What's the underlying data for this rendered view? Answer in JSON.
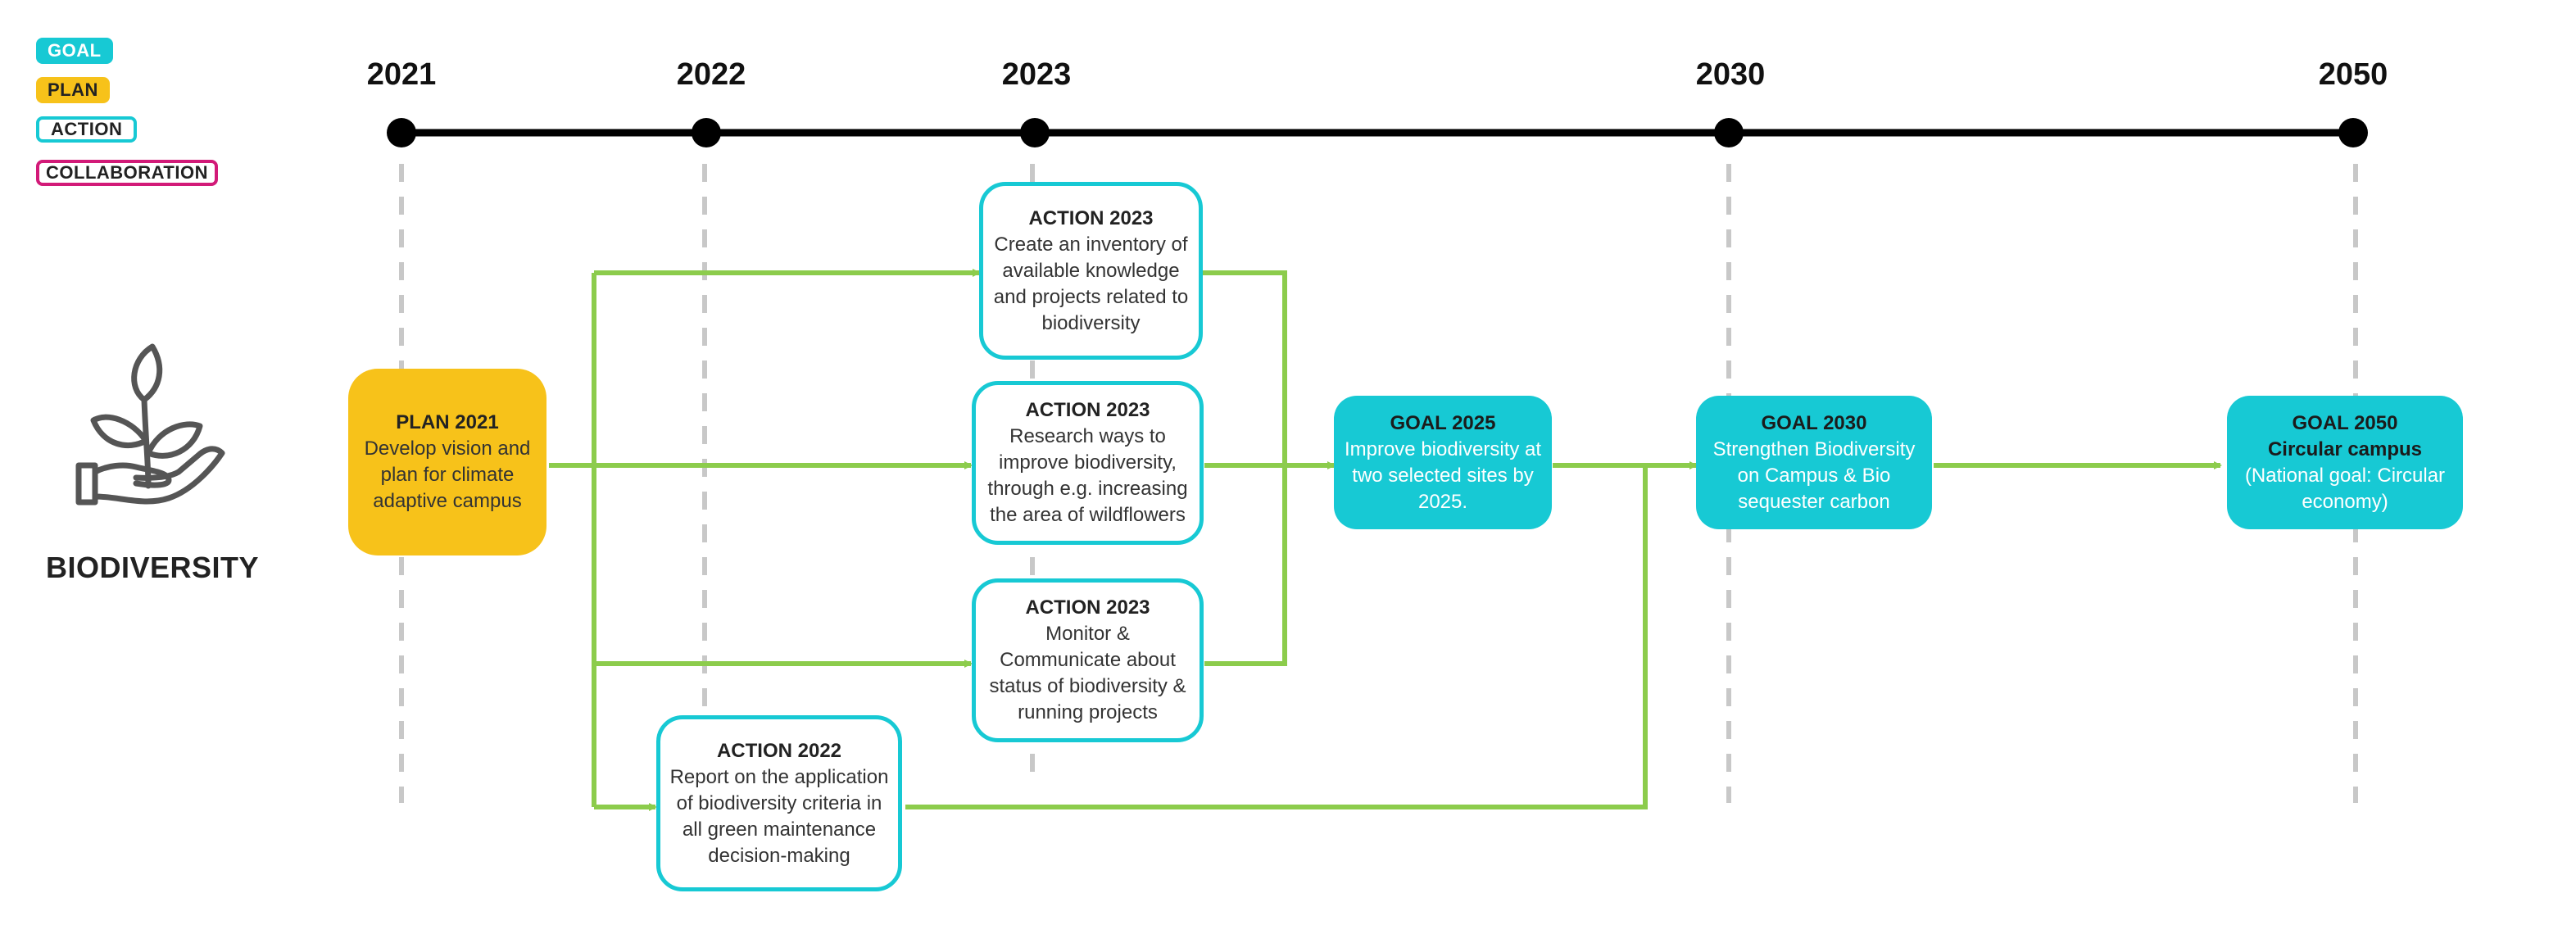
{
  "legend": {
    "goal": "GOAL",
    "plan": "PLAN",
    "action": "ACTION",
    "collaboration": "COLLABORATION"
  },
  "colors": {
    "goal": "#17c9d4",
    "plan": "#f7c21a",
    "action_border": "#17c9d4",
    "collaboration_border": "#d21a78",
    "arrow": "#8ccc4c",
    "timeline": "#000000",
    "year_guides": "#c8c8c8"
  },
  "timeline": {
    "years": [
      "2021",
      "2022",
      "2023",
      "2030",
      "2050"
    ]
  },
  "theme": {
    "title": "BIODIVERSITY",
    "icon": "plant-in-hand-icon"
  },
  "cards": {
    "plan_2021": {
      "title": "PLAN 2021",
      "body": "Develop vision and plan for climate adaptive campus"
    },
    "action_2023_inventory": {
      "title": "ACTION 2023",
      "body": "Create an inventory of available knowledge and projects related to biodiversity"
    },
    "action_2023_research": {
      "title": "ACTION 2023",
      "body": "Research ways to improve biodiversity, through e.g. increasing the area of wildflowers"
    },
    "action_2023_monitor": {
      "title": "ACTION 2023",
      "body": "Monitor & Communicate about status of biodiversity & running projects"
    },
    "action_2022": {
      "title": "ACTION 2022",
      "body": "Report on the application of biodiversity criteria in all green maintenance decision-making"
    },
    "goal_2025": {
      "title": "GOAL 2025",
      "body": "Improve biodiversity at two selected sites by 2025."
    },
    "goal_2030": {
      "title": "GOAL 2030",
      "body": "Strengthen Biodiversity on Campus & Bio sequester carbon"
    },
    "goal_2050": {
      "title": "GOAL 2050",
      "subtitle": "Circular campus",
      "body": "(National goal: Circular economy)"
    }
  }
}
